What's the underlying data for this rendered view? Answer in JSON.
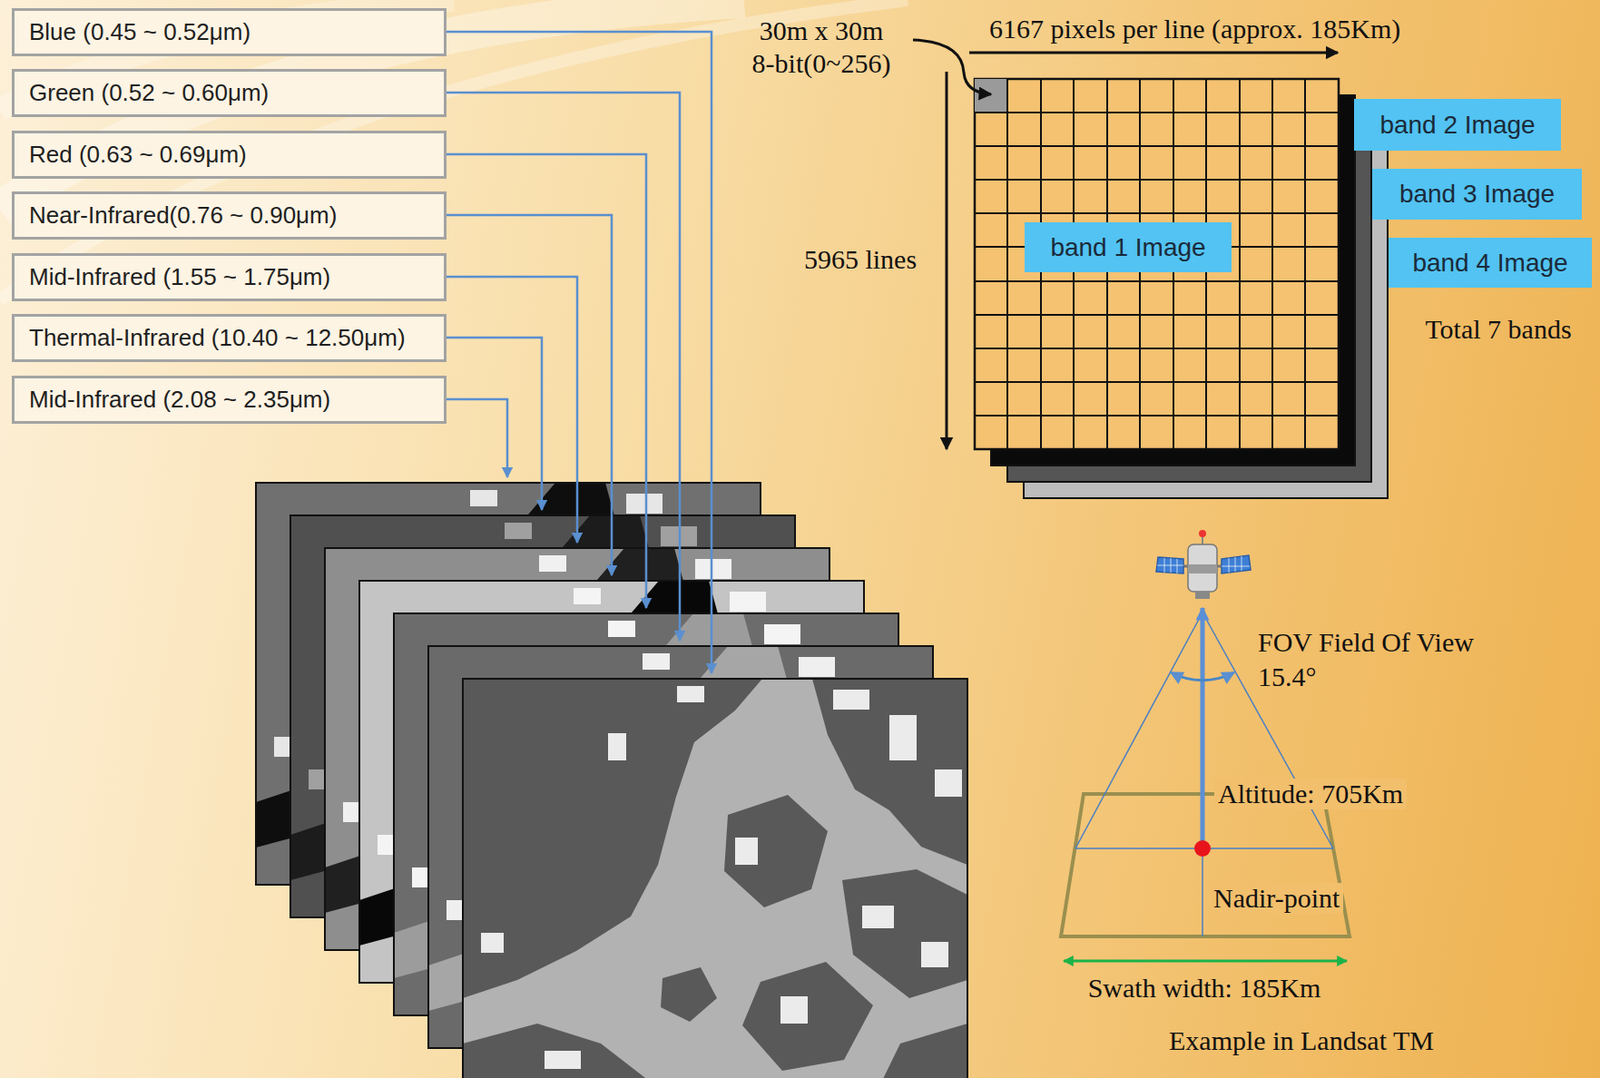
{
  "diagram": {
    "nodes": [
      {
        "text": [
          "Blue (0.45 ~ 0.52μm)"
        ]
      },
      {
        "text": [
          "Green (0.52 ~ 0.60μm)"
        ]
      },
      {
        "text": [
          "Red (0.63 ~ 0.69μm)"
        ]
      },
      {
        "text": [
          "Near-Infrared(0.76 ~ 0.90μm)"
        ]
      },
      {
        "text": [
          "Mid-Infrared (1.55 ~ 1.75μm)"
        ]
      },
      {
        "text": [
          "Thermal-Infrared (10.40 ~ 12.50μm)"
        ]
      },
      {
        "text": [
          "Mid-Infrared (2.08 ~ 2.35μm)"
        ]
      },
      {
        "text": [
          "band 1 Image"
        ]
      },
      {
        "text": [
          "band 2 Image"
        ]
      },
      {
        "text": [
          "band 3 Image"
        ]
      },
      {
        "text": [
          "band 4 Image"
        ]
      }
    ],
    "labels": [
      "30m x 30m",
      "8-bit(0~256)",
      "6167 pixels per line (approx. 185Km)",
      "5965 lines",
      "Total 7 bands",
      "FOV Field Of View",
      "15.4°",
      "Altitude: 705Km",
      "Nadir-point",
      "Swath width: 185Km",
      "Example in Landsat TM"
    ]
  }
}
